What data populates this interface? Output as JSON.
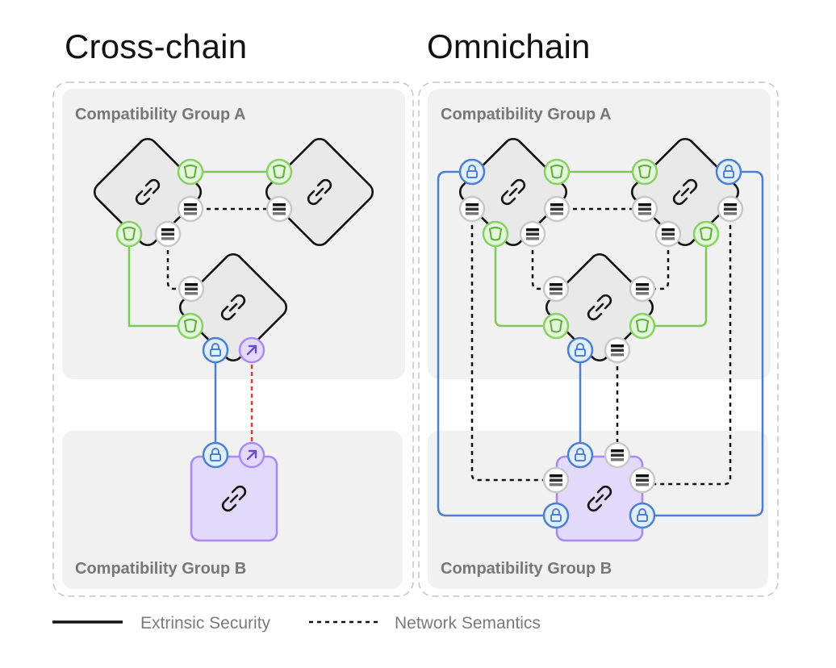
{
  "panels": [
    {
      "id": "cross-chain",
      "title": "Cross-chain",
      "groups": [
        {
          "label": "Compatibility Group A"
        },
        {
          "label": "Compatibility Group B"
        }
      ]
    },
    {
      "id": "omnichain",
      "title": "Omnichain",
      "groups": [
        {
          "label": "Compatibility Group A"
        },
        {
          "label": "Compatibility Group B"
        }
      ]
    }
  ],
  "legend": {
    "solid_label": "Extrinsic Security",
    "dotted_label": "Network Semantics"
  },
  "icons": {
    "chain_node": "link-icon",
    "security_port": "shield-icon",
    "network_port": "stack-icon",
    "lock_port": "lock-icon",
    "bridge_port": "arrow-up-right-icon"
  },
  "colors": {
    "green": "#7cc95a",
    "green_fill": "#e3f5da",
    "blue": "#4a7fd4",
    "blue_fill": "#e3eefb",
    "purple": "#a98af2",
    "purple_fill": "#e2d9fb",
    "red_dotted": "#e23b3b",
    "group_bg": "#f1f1f1",
    "diamond_fill": "#e9e9e9"
  }
}
